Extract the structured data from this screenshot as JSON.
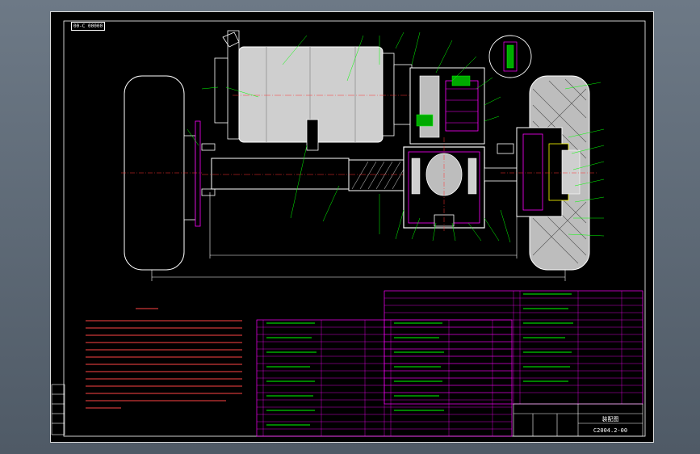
{
  "sheet": {
    "view_tag": "00-C 00000",
    "title_block": {
      "name_label": "装配图",
      "drawing_number": "C2004.2-00"
    }
  },
  "colors": {
    "background": "#000000",
    "outline": "#ffffff",
    "body_fill": "#c8c8c8",
    "dimension": "#ffffff",
    "leader": "#00ff00",
    "hatch": "#ff00ff",
    "center_line": "#ff3333",
    "notes_text": "#ff4444",
    "table_grid": "#ff00ff",
    "table_text": "#00ff00",
    "highlight": "#ffff00"
  }
}
